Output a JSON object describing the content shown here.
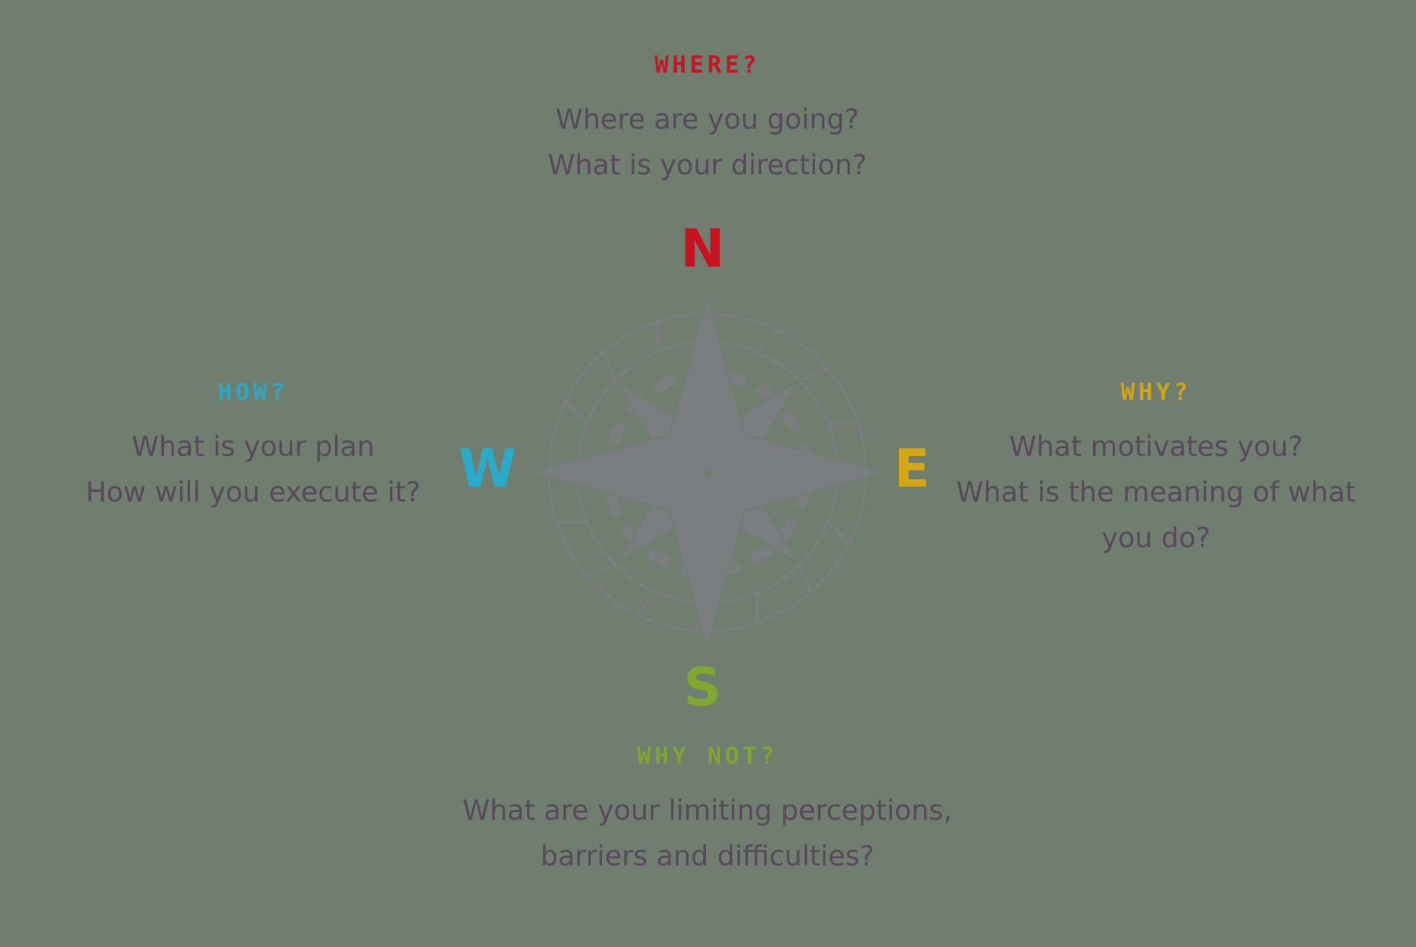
{
  "colors": {
    "background": "#6f7e6e",
    "body_text": "#59495c",
    "compass_gray": "#7b7d81",
    "north_red": "#c9121f",
    "west_blue": "#2ba9c9",
    "east_yellow": "#d5a716",
    "south_green": "#80a72e"
  },
  "compass": {
    "letters": {
      "north": "N",
      "east": "E",
      "south": "S",
      "west": "W"
    }
  },
  "sections": {
    "north": {
      "heading": "WHERE?",
      "color": "#c9121f",
      "lines": [
        "Where are you going?",
        "What is your direction?"
      ]
    },
    "west": {
      "heading": "HOW?",
      "color": "#2ba9c9",
      "lines": [
        "What is your plan",
        "How will you execute it?"
      ]
    },
    "east": {
      "heading": "WHY?",
      "color": "#d5a716",
      "lines": [
        "What motivates you?",
        "What is the meaning of what",
        "you do?"
      ]
    },
    "south": {
      "heading": "WHY NOT?",
      "color": "#80a72e",
      "lines": [
        "What are your limiting perceptions,",
        "barriers and difficulties?"
      ]
    }
  }
}
